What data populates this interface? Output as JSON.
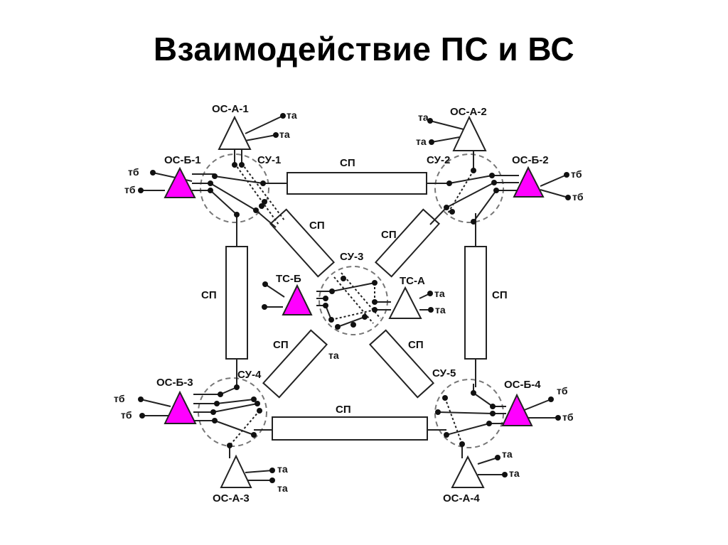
{
  "title": "Взаимодействие ПС и ВС",
  "colors": {
    "magenta": "#ff00ff",
    "line": "#222222",
    "dashed": "#777777"
  },
  "nodes": {
    "os_a_1": "ОС-А-1",
    "os_a_2": "ОС-А-2",
    "os_a_3": "ОС-А-3",
    "os_a_4": "ОС-А-4",
    "os_b_1": "ОС-Б-1",
    "os_b_2": "ОС-Б-2",
    "os_b_3": "ОС-Б-3",
    "os_b_4": "ОС-Б-4",
    "ts_b": "ТС-Б",
    "ts_a": "ТС-А"
  },
  "switches": {
    "su_1": "СУ-1",
    "su_2": "СУ-2",
    "su_3": "СУ-3",
    "su_4": "СУ-4",
    "su_5": "СУ-5"
  },
  "links": {
    "sp": "СП"
  },
  "terminals": {
    "ta": "та",
    "tb": "тб"
  }
}
